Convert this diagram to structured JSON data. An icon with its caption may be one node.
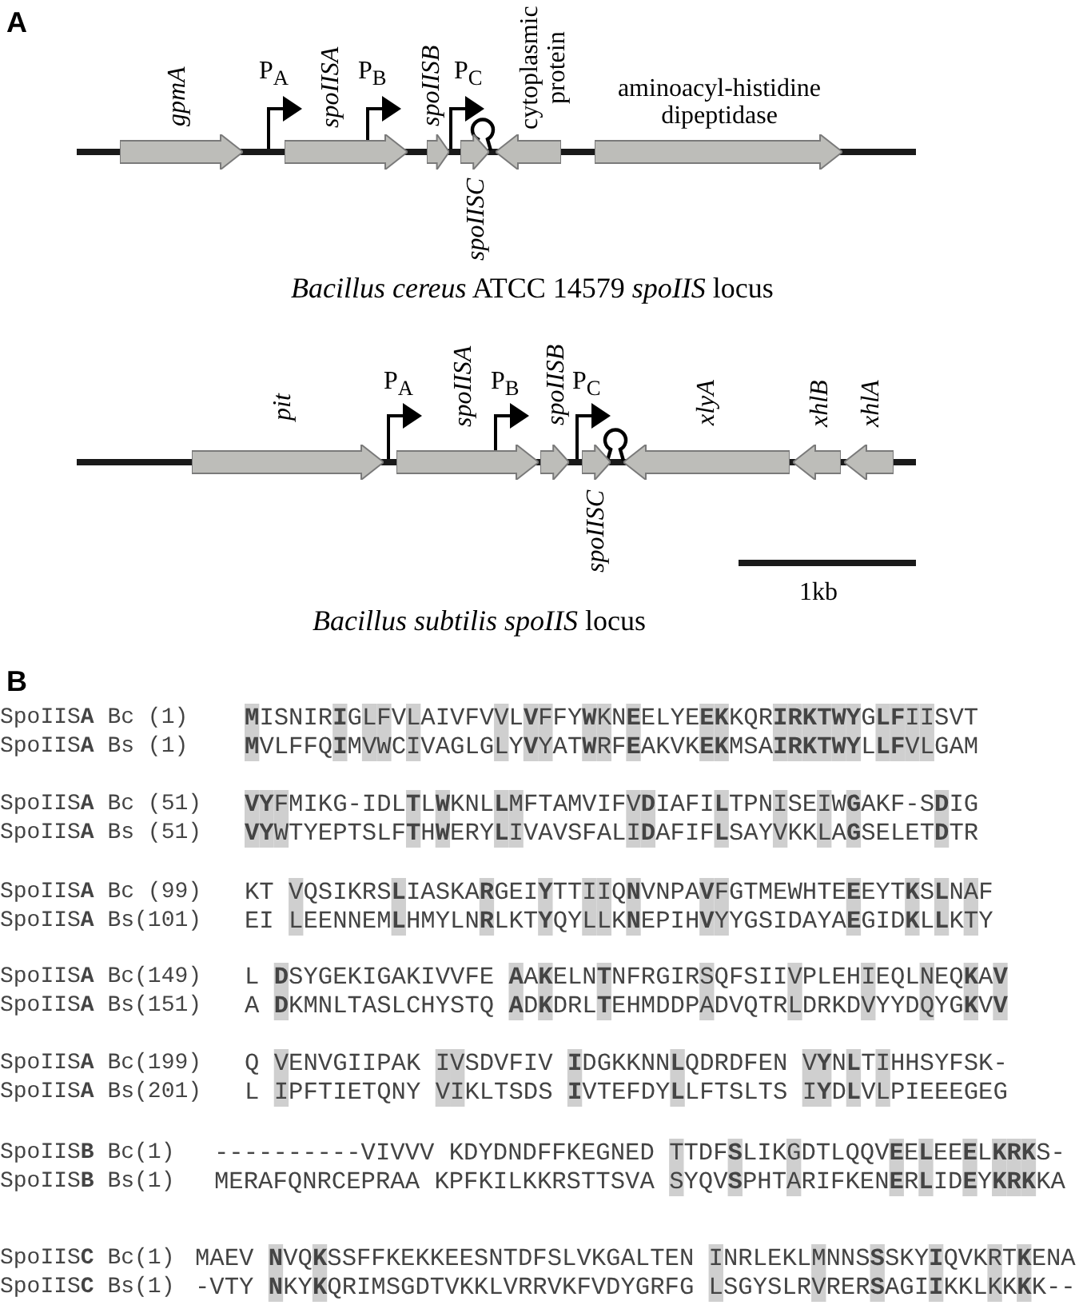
{
  "diagram": {
    "nodes": [
      {
        "text": [
          "gpmA"
        ]
      },
      {
        "text": [
          "spoIISA"
        ]
      },
      {
        "text": [
          "spoIISB"
        ]
      },
      {
        "text": [
          "spoIISC"
        ]
      },
      {
        "text": [
          "cytoplasmic protein"
        ]
      },
      {
        "text": [
          "aminoacyl-histidine dipeptidase"
        ]
      },
      {
        "text": [
          "pit"
        ]
      },
      {
        "text": [
          "spoIISA"
        ]
      },
      {
        "text": [
          "spoIISB"
        ]
      },
      {
        "text": [
          "spoIISC"
        ]
      },
      {
        "text": [
          "xlyA"
        ]
      },
      {
        "text": [
          "xhlB"
        ]
      },
      {
        "text": [
          "xhlA"
        ]
      }
    ],
    "labels": [
      "A",
      "P$_{A}$",
      "P$_{B}$",
      "P$_{C}$",
      "*Bacillus cereus* ATCC 14579 *spoIIS* locus",
      "P$_{A}$",
      "P$_{B}$",
      "P$_{C}$",
      "1kb",
      "*Bacillus subtilis spoIIS* locus",
      "B",
      "SpoIIS**A** Bc (1)",
      "**M**ISNIR**I**GLFVLAIVFVVL**V**FFY**W**KN**E**ELYE**EK**KQR**IRKTWY**G**LF**IISVT",
      "SpoIIS**A** Bs (1)",
      "**M**VLFFQ**I**MVWCIVAGLGLY**V**YAT**W**RF**E**AKVK**EK**MSA**IRKTWY**L**LF**VLGAM",
      "SpoIIS**A** Bc (51)",
      "**VY**FMIKG-IDL**T**L**W**KNL**L**MFTAMVIFV**D**IAFI**L**TPNISEIW**G**AKF-S**D**IG",
      "SpoIIS**A** Bs (51)",
      "**VY**WTYEPTSLF**T**H**W**ERY**L**IVAVSFALI**D**AFIF**L**SAYVKKLA**G**SELET**D**TR",
      "SpoIIS**A** Bc (99)",
      "KT VQSIKRS**L**IASKA**R**GEI**Y**TTIIQ**N**VNPA**V**FGTMEWHTE**E**EYT**K**S**L**NAF",
      "SpoIIS**A** Bs(101)",
      "EI LEENNEM**L**HMYLN**R**LKT**Y**QYLLK**N**EPIH**V**YYGSIDAYA**E**GID**K**L**L**KTY",
      "SpoIIS**A** Bc(149)",
      "L **D**SYGEKIGAKIVVFE **A**A**K**ELN**T**NFRGIRSQFSIIVPLEHIEQLNEQ**K**A**V**",
      "SpoIIS**A** Bs(151)",
      "A **D**KMNLTASLCHYSTQ **A**D**K**DRL**T**EHMDDPADVQTRLDRKDVYYDQYG**K**V**V**",
      "SpoIIS**A** Bc(199)",
      "Q VENVGIIPAK IVSDVFIV **I**DGKKNN**L**QDRDFEN V**Y**N**L**TIHHSYFSK-",
      "SpoIIS**A** Bs(201)",
      "L IPFTIETQNY VIKLTSDS **I**VTEFDY**L**LFTSLTS I**Y**D**L**VLPIEEEGEG",
      "SpoIIS**B** Bc(1)",
      "----------VIVVV KDYDNDFFKEGNED TTDF**S**LIKGDTLQQV**E**E**L**EE**E**L**KRK**S-",
      "SpoIIS**B** Bs(1)",
      "MERAFQNRCEPRAA KPFKILKKRSTTSVA SYQV**S**PHTARIFKEN**E**R**L**ID**E**Y**KRK**KA",
      "SpoIIS**C** Bc(1)",
      "MAEV **N**VQ**K**SSFFKEKKEESNTDFSLVKGALTEN INRLEKLMNNS**S**SKY**I**QVKRT**K**ENA",
      "SpoIIS**C** Bs(1)",
      "-VTY **N**KY**K**QRIMSGDTVKKLVRRVKFVDYGRFG LSGYSLRVRER**S**AGI**I**KKLKK**K**K--"
    ]
  }
}
